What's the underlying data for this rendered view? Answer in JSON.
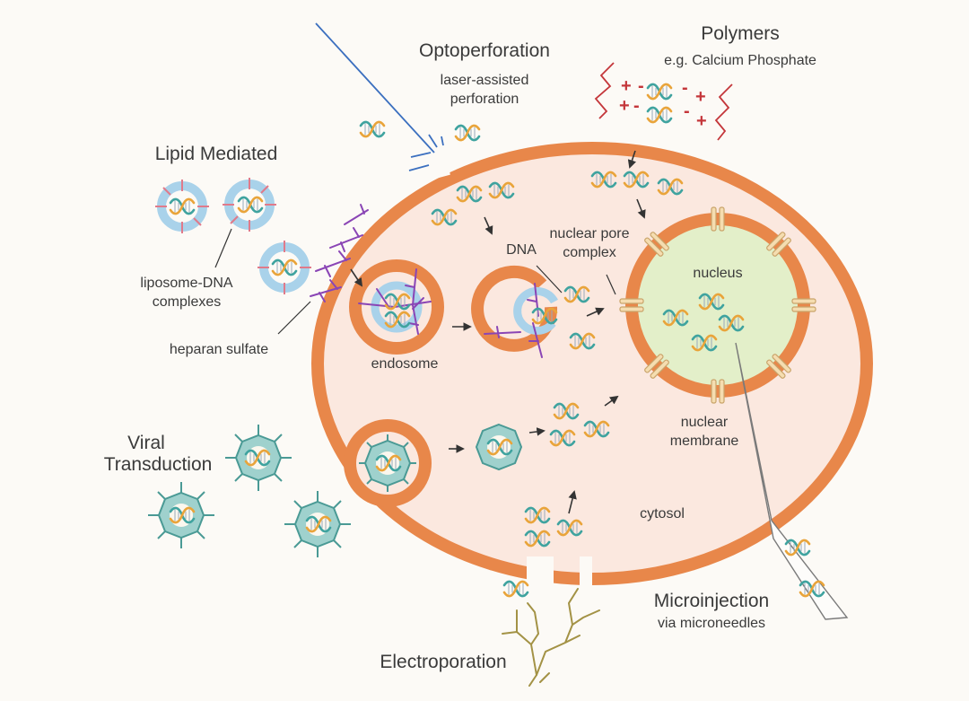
{
  "labels": {
    "optoperforation": "Optoperforation",
    "laser_assisted": "laser-assisted",
    "perforation": "perforation",
    "polymers": "Polymers",
    "calcium_phosphate": "e.g. Calcium Phosphate",
    "lipid_mediated": "Lipid Mediated",
    "liposome_dna": "liposome-DNA",
    "complexes": "complexes",
    "heparan_sulfate": "heparan sulfate",
    "endosome": "endosome",
    "dna": "DNA",
    "nuclear_pore": "nuclear pore",
    "complex": "complex",
    "nucleus": "nucleus",
    "nuclear": "nuclear",
    "membrane": "membrane",
    "cytosol": "cytosol",
    "viral": "Viral",
    "transduction": "Transduction",
    "microinjection": "Microinjection",
    "via_microneedles": "via microneedles",
    "electroporation": "Electroporation"
  },
  "colors": {
    "background": "#fcfaf6",
    "cytosol": "#fbe8df",
    "membrane": "#e8874a",
    "nucleus": "#e3efc9",
    "liposome": "#a9d2ea",
    "virus": "#9fd1cd",
    "receptor": "#8a45b5",
    "laser": "#3b6fbf",
    "polymer_charge": "#c4363a",
    "dna_a": "#3fa39f",
    "dna_b": "#e9a43a",
    "electrode": "#a39245",
    "arrow": "#333333"
  },
  "icons": {
    "dna": "dna-helix-icon",
    "liposome": "liposome-dna-complex-icon",
    "virus": "viral-capsid-icon",
    "pore": "nuclear-pore-icon",
    "receptor": "heparan-sulfate-receptor-icon",
    "needle": "microneedle-icon",
    "laser": "laser-beam-icon",
    "electric": "electroporation-field-icon"
  }
}
